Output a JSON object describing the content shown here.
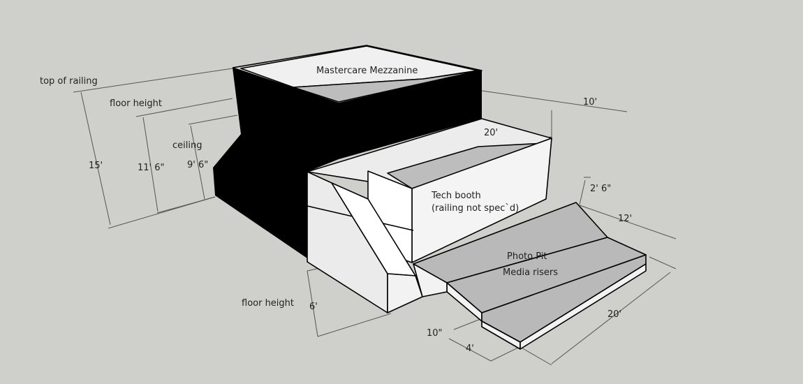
{
  "labels": {
    "mezzanine": "Mastercare Mezzanine",
    "top_of_railing": "top of railing",
    "floor_height_upper": "floor height",
    "ceiling": "ceiling",
    "tech_booth_line1": "Tech booth",
    "tech_booth_line2": "(railing not spec`d)",
    "photo_pit": "Photo Pit",
    "media_risers": "Media risers",
    "floor_height_lower": "floor height"
  },
  "dimensions": {
    "d15": "15'",
    "d11_6": "11' 6\"",
    "d9_6": "9' 6\"",
    "d6": "6'",
    "d10ft": "10'",
    "d20_top": "20'",
    "d2_6": "2' 6\"",
    "d12": "12'",
    "d20_bottom": "20'",
    "d10in": "10\"",
    "d4": "4'"
  },
  "colors": {
    "background": "#cfcfcb",
    "black_face": "#000000",
    "light_face": "#f3f3f3",
    "mid_face": "#e2e2e2",
    "floor_grey": "#b9b9b9"
  }
}
